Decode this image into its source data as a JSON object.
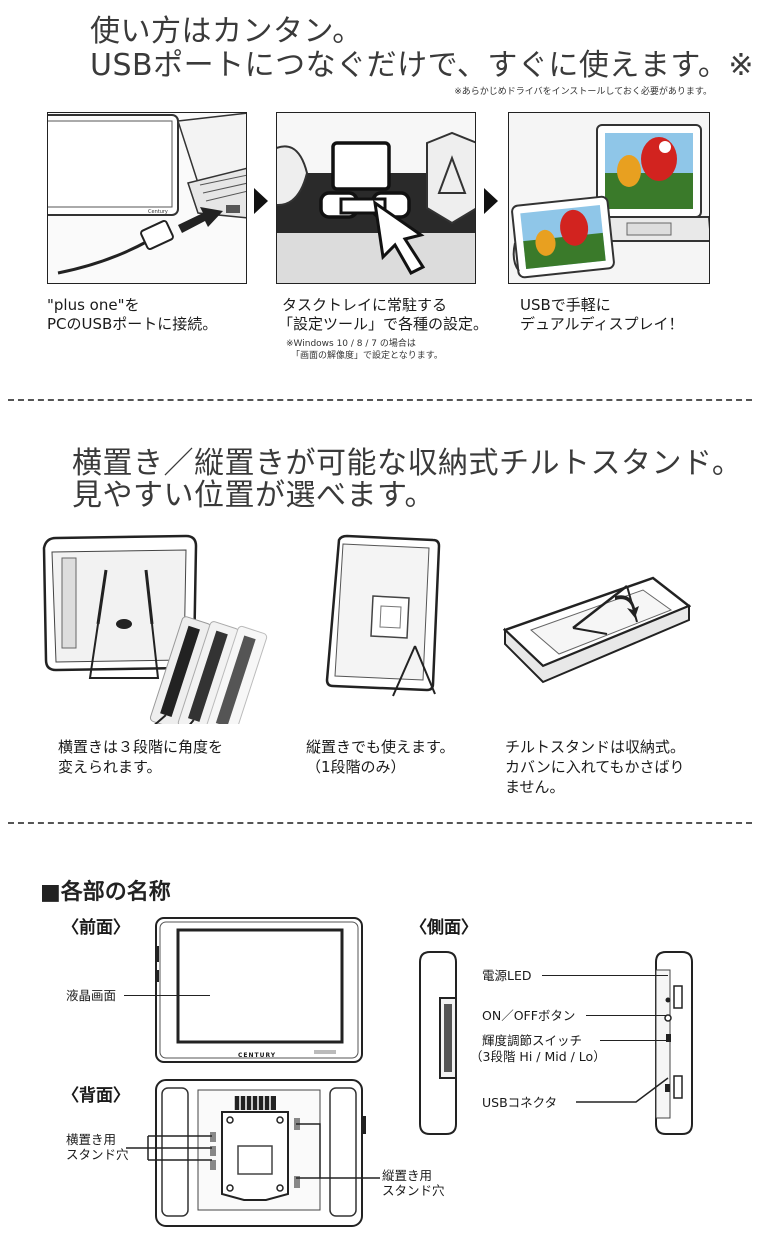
{
  "section1": {
    "headline_line1": "使い方はカンタン。",
    "headline_line2": "USBポートにつなぐだけで、すぐに使えます。※",
    "footnote": "※あらかじめドライバをインストールしておく必要があります。",
    "steps": [
      {
        "caption_line1": "\"plus one\"を",
        "caption_line2": "PCのUSBポートに接続。"
      },
      {
        "caption_line1": "タスクトレイに常駐する",
        "caption_line2": "「設定ツール」で各種の設定。",
        "note_line1": "※Windows 10 / 8 / 7 の場合は",
        "note_line2": "「画面の解像度」で設定となります。"
      },
      {
        "caption_line1": "USBで手軽に",
        "caption_line2": "デュアルディスプレイ！"
      }
    ]
  },
  "section2": {
    "headline_line1": "横置き／縦置きが可能な収納式チルトスタンド。",
    "headline_line2": "見やすい位置が選べます。",
    "items": [
      {
        "line1": "横置きは３段階に角度を",
        "line2": "変えられます。"
      },
      {
        "line1": "縦置きでも使えます。",
        "line2": "（1段階のみ）"
      },
      {
        "line1": "チルトスタンドは収納式。",
        "line2": "カバンに入れてもかさばり",
        "line3": "ません。"
      }
    ]
  },
  "section3": {
    "title": "■各部の名称",
    "front_heading": "〈前面〉",
    "side_heading": "〈側面〉",
    "back_heading": "〈背面〉",
    "front_label": "液晶画面",
    "front_brand": "CENTURY",
    "side_labels": {
      "power_led": "電源LED",
      "on_off": "ON／OFFボタン",
      "brightness": "輝度調節スイッチ",
      "brightness_sub": "（3段階 Hi / Mid / Lo）",
      "usb": "USBコネクタ"
    },
    "back_labels": {
      "landscape_line1": "横置き用",
      "landscape_line2": "スタンド穴",
      "portrait_line1": "縦置き用",
      "portrait_line2": "スタンド穴"
    }
  },
  "colors": {
    "sky": "#8fc6e8",
    "parrot_red": "#d2231f",
    "green": "#3a7a2a",
    "panel_border": "#222222"
  }
}
